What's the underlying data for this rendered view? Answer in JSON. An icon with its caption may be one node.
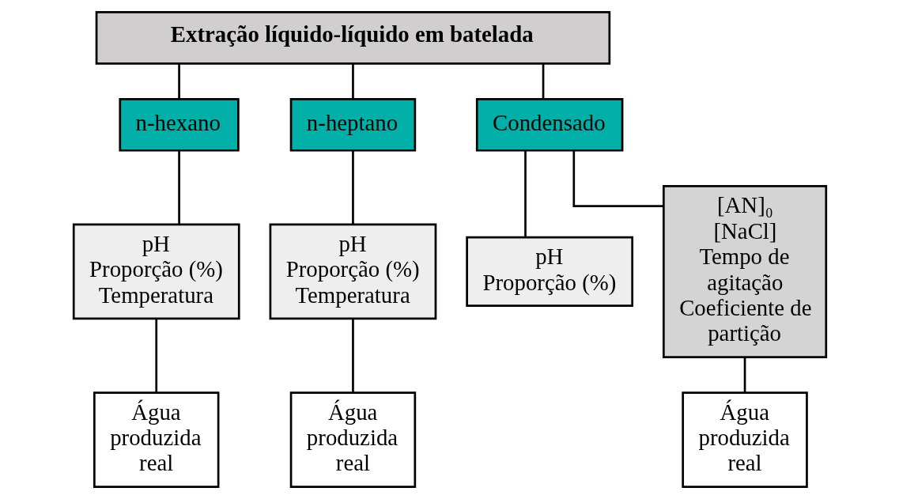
{
  "diagram": {
    "nodes": [
      {
        "text": [
          "Extração líquido-líquido em batelada"
        ]
      },
      {
        "text": [
          "n-hexano"
        ]
      },
      {
        "text": [
          "n-heptano"
        ]
      },
      {
        "text": [
          "Condensado"
        ]
      },
      {
        "text": [
          "pH",
          "Proporção (%)",
          "Temperatura"
        ]
      },
      {
        "text": [
          "pH",
          "Proporção (%)",
          "Temperatura"
        ]
      },
      {
        "text": [
          "pH",
          "Proporção (%)"
        ]
      },
      {
        "text": [
          "[AN]₀",
          "[NaCl]",
          "Tempo de agitação",
          "Coeficiente de partição"
        ]
      },
      {
        "text": [
          "Água produzida real"
        ]
      },
      {
        "text": [
          "Água produzida real"
        ]
      },
      {
        "text": [
          "Água produzida real"
        ]
      }
    ],
    "edges": [
      {
        "from": 0,
        "to": 1,
        "arrow": "none"
      },
      {
        "from": 0,
        "to": 2,
        "arrow": "none"
      },
      {
        "from": 0,
        "to": 3,
        "arrow": "none"
      },
      {
        "from": 1,
        "to": 4,
        "arrow": "none"
      },
      {
        "from": 2,
        "to": 5,
        "arrow": "none"
      },
      {
        "from": 3,
        "to": 6,
        "arrow": "none"
      },
      {
        "from": 3,
        "to": 7,
        "arrow": "none"
      },
      {
        "from": 4,
        "to": 8,
        "arrow": "none"
      },
      {
        "from": 5,
        "to": 9,
        "arrow": "none"
      },
      {
        "from": 7,
        "to": 10,
        "arrow": "none"
      }
    ]
  }
}
